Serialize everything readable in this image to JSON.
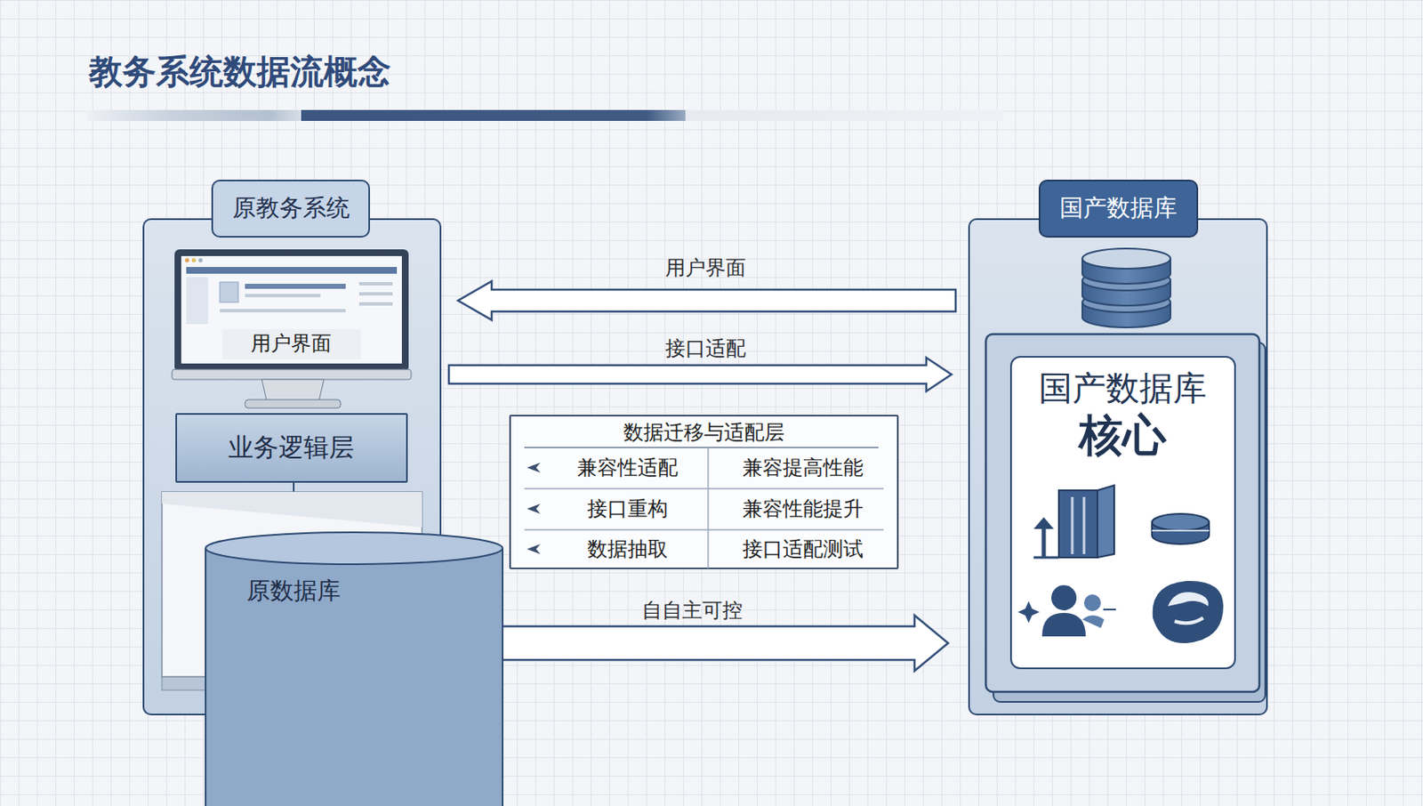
{
  "diagram": {
    "title": "教务系统数据流概念",
    "nodes": [
      {
        "text": [
          "原教务系统"
        ]
      },
      {
        "text": [
          "用户界面"
        ],
        "in": 0
      },
      {
        "text": [
          "业务逻辑层"
        ],
        "in": 0
      },
      {
        "text": [
          "原数据库"
        ],
        "in": 0
      },
      {
        "text": [
          "国产数据库"
        ]
      },
      {
        "text": [
          "国产数据库",
          "核心"
        ],
        "in": 4
      },
      {
        "text": [
          "数据迁移与适配层",
          "兼容性适配",
          "兼容提高性能",
          "接口重构",
          "兼容性能提升",
          "数据抽取",
          "接口适配测试"
        ]
      }
    ],
    "edges": [
      {
        "from": 4,
        "to": 0,
        "arrow": "to",
        "label": "用户界面"
      },
      {
        "from": 0,
        "to": 4,
        "arrow": "to",
        "label": "接口适配"
      },
      {
        "from": 0,
        "to": 4,
        "arrow": "to",
        "label": "自自主可控"
      }
    ]
  }
}
